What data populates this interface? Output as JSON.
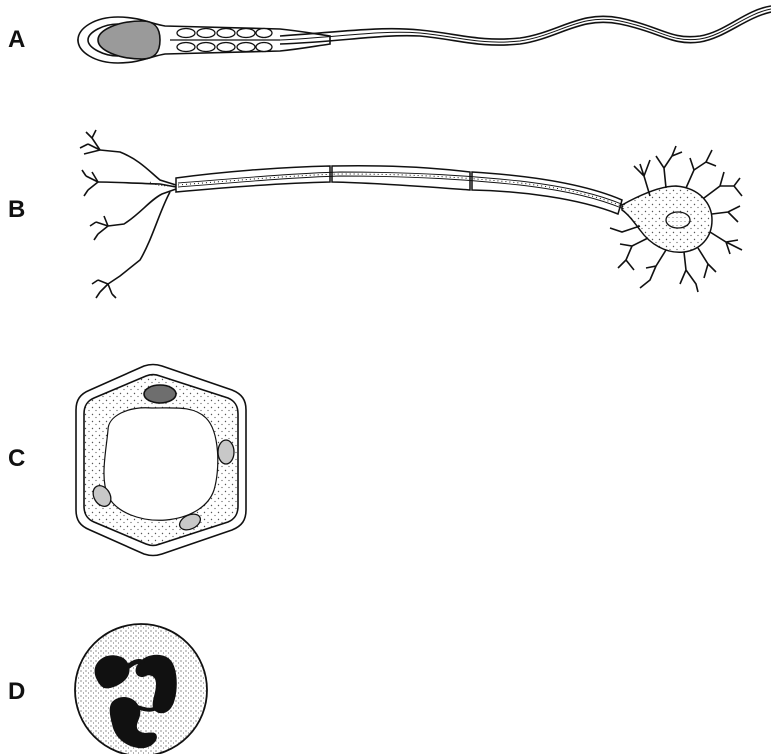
{
  "labels": {
    "a": "A",
    "b": "B",
    "c": "C",
    "d": "D"
  },
  "colors": {
    "ink": "#111111",
    "sperm_head": "#9a9a9a",
    "nucleus_dark": "#6e6e6e",
    "chloroplast": "#c8c8c8",
    "stipple": "#555555"
  },
  "icons": {
    "a": "sperm-cell-icon",
    "b": "nerve-cell-icon",
    "c": "plant-cell-icon",
    "d": "white-blood-cell-icon"
  }
}
